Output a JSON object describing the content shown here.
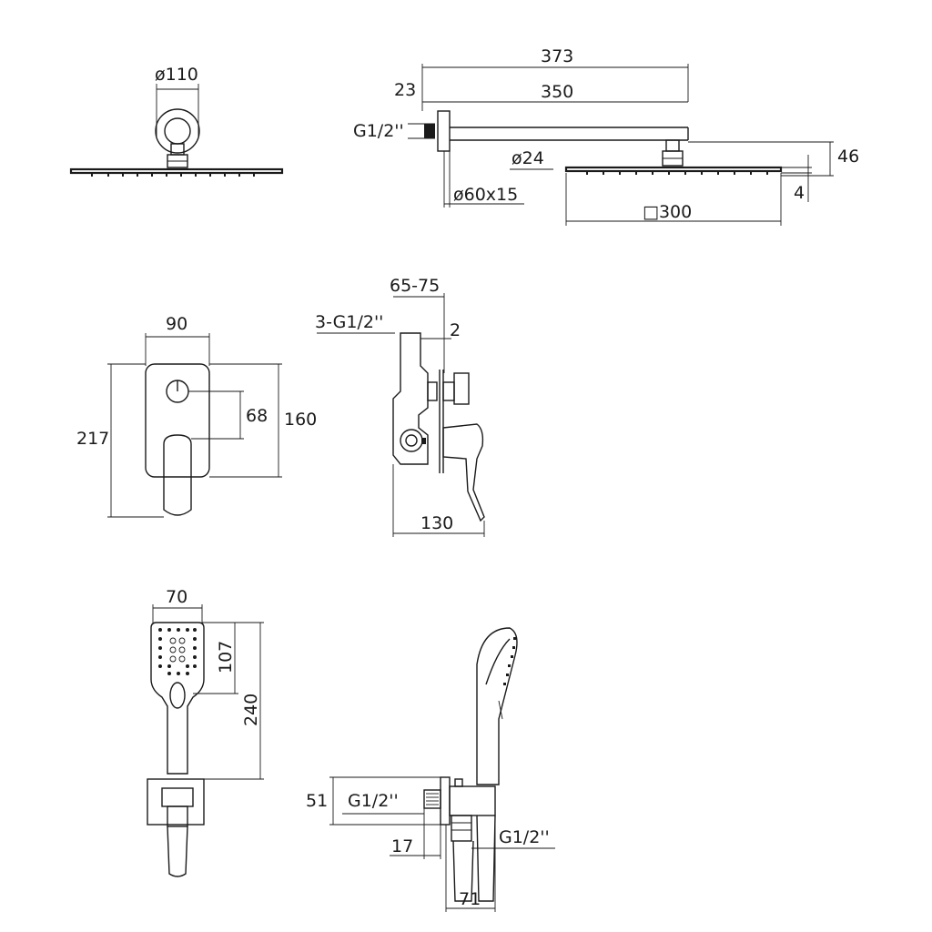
{
  "labels": {
    "head_diameter": "ø110",
    "arm_length_total": "373",
    "wall_offset": "23",
    "arm_length": "350",
    "thread_arm": "G1/2''",
    "arm_tube_diameter": "ø24",
    "flange_size": "ø60x15",
    "head_height_total": "46",
    "head_thickness": "4",
    "head_square_size": "□300",
    "plate_width": "90",
    "mixer_depth_range": "65-75",
    "mixer_outlets": "3-G1/2''",
    "plate_gap": "2",
    "plate_total_height": "217",
    "diverter_to_lever": "68",
    "plate_height": "160",
    "mixer_projection": "130",
    "hand_head_width": "70",
    "hand_head_height": "107",
    "hand_total_length": "240",
    "outlet_height": "51",
    "outlet_thread": "G1/2''",
    "outlet_depth": "17",
    "hose_thread": "G1/2''",
    "outlet_projection": "71"
  }
}
